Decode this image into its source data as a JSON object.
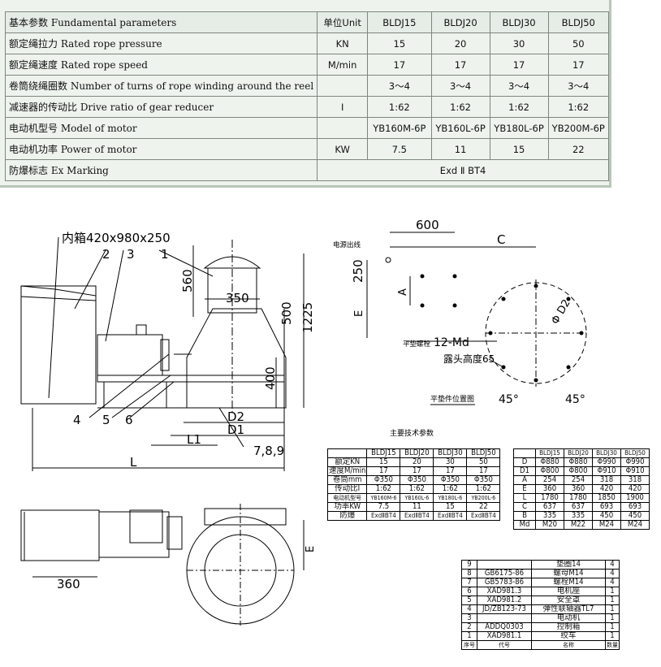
{
  "spec_table": {
    "header": [
      "基本参数 Fundamental parameters",
      "单位Unit",
      "BLDJ15",
      "BLDJ20",
      "BLDJ30",
      "BLDJ50"
    ],
    "rows": [
      {
        "label": "额定绳拉力 Rated rope pressure",
        "unit": "KN",
        "values": [
          "15",
          "20",
          "30",
          "50"
        ]
      },
      {
        "label": "额定绳速度 Rated rope speed",
        "unit": "M/min",
        "values": [
          "17",
          "17",
          "17",
          "17"
        ]
      },
      {
        "label": "卷筒绕绳圈数 Number of turns of rope winding around the reel",
        "unit": "",
        "values": [
          "3～4",
          "3～4",
          "3～4",
          "3～4"
        ]
      },
      {
        "label": "减速器的传动比 Drive ratio of gear reducer",
        "unit": "I",
        "values": [
          "1:62",
          "1:62",
          "1:62",
          "1:62"
        ]
      },
      {
        "label": "电动机型号 Model of motor",
        "unit": "",
        "values": [
          "YB160M-6P",
          "YB160L-6P",
          "YB180L-6P",
          "YB200M-6P"
        ]
      },
      {
        "label": "电动机功率 Power of motor",
        "unit": "KW",
        "values": [
          "7.5",
          "11",
          "15",
          "22"
        ]
      },
      {
        "label": "防爆标志 Ex Marking",
        "unit": "",
        "merged": "Exd Ⅱ BT4"
      }
    ]
  },
  "drawing": {
    "box_note": "内箱420x980x250",
    "part_numbers_top": [
      "2",
      "3",
      "1"
    ],
    "part_numbers_bottom": [
      "4",
      "5",
      "6"
    ],
    "part_numbers_right": "7,8,9",
    "dims_side": {
      "d350": "350",
      "d560": "560",
      "d500": "500",
      "d1225": "1225",
      "d400": "400",
      "D2": "D2",
      "D1": "D1",
      "L1": "L1",
      "L": "L"
    },
    "plan_view": {
      "d600": "600",
      "C": "C",
      "d250": "250",
      "A": "A",
      "E": "E",
      "D2": "Φ D2",
      "bolt_note": "12-Md",
      "emerge_note": "露头高度65",
      "angle1": "45°",
      "angle2": "45°",
      "power_label": "电源出线",
      "bolt_label": "平垫螺栓",
      "caption": "平垫件位置图"
    },
    "dims_bottom": {
      "d360": "360",
      "E": "E"
    },
    "main_params_title": "主要技术参数"
  },
  "main_params_table": {
    "header": [
      "",
      "BLDJ15",
      "BLDJ20",
      "BLDJ30",
      "BLDJ50"
    ],
    "rows": [
      [
        "额定KN",
        "15",
        "20",
        "30",
        "50"
      ],
      [
        "速度M/min",
        "17",
        "17",
        "17",
        "17"
      ],
      [
        "卷筒mm",
        "Φ350",
        "Φ350",
        "Φ350",
        "Φ350"
      ],
      [
        "传动比I",
        "1:62",
        "1:62",
        "1:62",
        "1:62"
      ],
      [
        "电动机型号",
        "YB160M-6",
        "YB160L-6",
        "YB180L-6",
        "YB200L-6"
      ],
      [
        "功率KW",
        "7.5",
        "11",
        "15",
        "22"
      ],
      [
        "防爆",
        "ExdⅡBT4",
        "ExdⅡBT4",
        "ExdⅡBT4",
        "ExdⅡBT4"
      ]
    ]
  },
  "dims_table": {
    "header": [
      "",
      "BLDJ15",
      "BLDJ20",
      "BLDJ30",
      "BLDJ50"
    ],
    "rows": [
      [
        "D",
        "Φ880",
        "Φ880",
        "Φ990",
        "Φ990"
      ],
      [
        "D1",
        "Φ800",
        "Φ800",
        "Φ910",
        "Φ910"
      ],
      [
        "A",
        "254",
        "254",
        "318",
        "318"
      ],
      [
        "E",
        "360",
        "360",
        "420",
        "420"
      ],
      [
        "L",
        "1780",
        "1780",
        "1850",
        "1900"
      ],
      [
        "C",
        "637",
        "637",
        "693",
        "693"
      ],
      [
        "B",
        "335",
        "335",
        "450",
        "450"
      ],
      [
        "Md",
        "M20",
        "M22",
        "M24",
        "M24"
      ]
    ]
  },
  "parts_table": {
    "rows": [
      [
        "9",
        "",
        "垫圈14",
        "4"
      ],
      [
        "8",
        "GB6175-86",
        "螺母M14",
        "4"
      ],
      [
        "7",
        "GB5783-86",
        "螺栓M14",
        "4"
      ],
      [
        "6",
        "XAD981.3",
        "电机座",
        "1"
      ],
      [
        "5",
        "XAD981.2",
        "安全罩",
        "1"
      ],
      [
        "4",
        "JD/ZB123-73",
        "弹性联轴器TL7",
        "1"
      ],
      [
        "3",
        "",
        "电动机",
        "1"
      ],
      [
        "2",
        "ADDQ0303",
        "控制箱",
        "1"
      ],
      [
        "1",
        "XAD981.1",
        "绞车",
        "1"
      ]
    ],
    "footer": [
      "序号",
      "代号",
      "名称",
      "数量"
    ]
  }
}
